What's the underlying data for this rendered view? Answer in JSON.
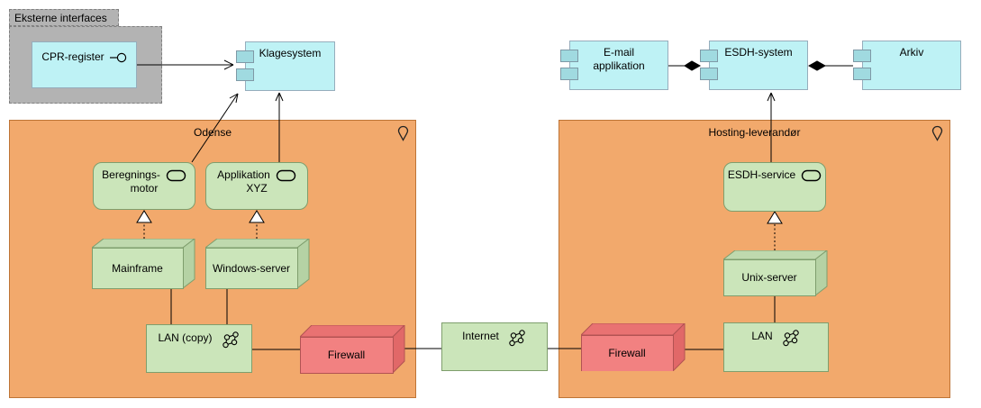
{
  "external_group": {
    "label": "Eksterne interfaces"
  },
  "components": {
    "cpr_register": {
      "label": "CPR-register"
    },
    "klagesystem": {
      "label": "Klagesystem"
    },
    "email_applikation": {
      "line1": "E-mail",
      "line2": "applikation"
    },
    "esdh_system": {
      "label": "ESDH-system"
    },
    "arkiv": {
      "label": "Arkiv"
    }
  },
  "locations": {
    "odense": {
      "label": "Odense"
    },
    "hosting_leverandor": {
      "label": "Hosting-leverandør"
    }
  },
  "applications": {
    "beregningsmotor": {
      "line1": "Beregnings-",
      "line2": "motor"
    },
    "applikation_xyz": {
      "line1": "Applikation",
      "line2": "XYZ"
    },
    "esdh_service": {
      "label": "ESDH-service"
    }
  },
  "servers": {
    "mainframe": {
      "label": "Mainframe"
    },
    "windows_server": {
      "label": "Windows-server"
    },
    "unix_server": {
      "label": "Unix-server"
    }
  },
  "firewalls": {
    "odense_firewall": {
      "label": "Firewall"
    },
    "hosting_firewall": {
      "label": "Firewall"
    }
  },
  "networks": {
    "lan_copy": {
      "label": "LAN (copy)"
    },
    "internet": {
      "label": "Internet"
    },
    "lan": {
      "label": "LAN"
    }
  },
  "icons": {
    "location_icon": "map-pin-outline",
    "network_icon": "four-linked-nodes",
    "application_icon": "rounded-rectangle",
    "interface_icon": "lollipop"
  },
  "colors": {
    "component_fill": "#bef2f5",
    "component_border": "#96adbc",
    "port_fill": "#a0dae0",
    "location_fill": "#f2a96c",
    "location_border": "#be7435",
    "node_fill": "#cbe5ba",
    "node_border": "#7f9e6d",
    "node_top_fill": "#bfd9ae",
    "node_side_fill": "#b5d2a4",
    "firewall_fill": "#f28181",
    "firewall_top_fill": "#e97272",
    "firewall_side_fill": "#e16868",
    "firewall_border": "#b25353",
    "group_fill": "#b3b3b3",
    "group_border": "#7f7f7f",
    "connector": "#000000"
  }
}
